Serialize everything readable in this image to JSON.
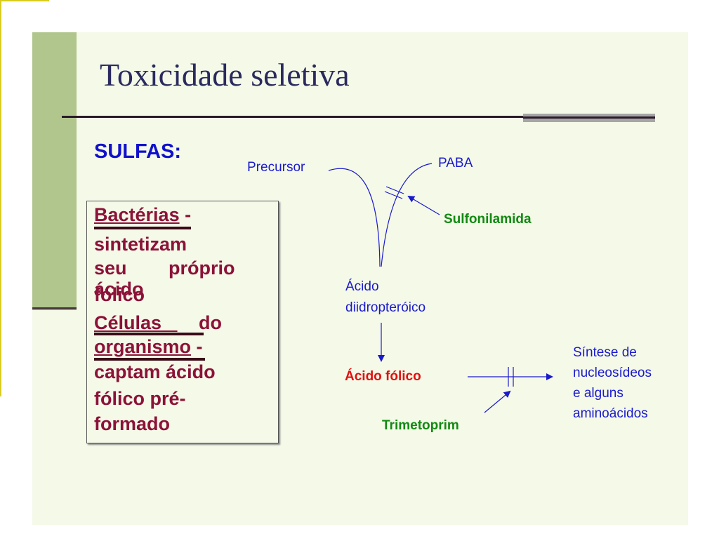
{
  "slide": {
    "title": "Toxicidade seletiva",
    "heading": "SULFAS:"
  },
  "box": {
    "bacterias_label": "Bactérias",
    "bacterias_dash": " -",
    "line2": "sintetizam",
    "line3a": "seu",
    "line3b": "próprio",
    "line4a": "ácido",
    "line4b": "fólico",
    "celulas_label": "Células",
    "celulas_do": "do",
    "organismo_label": "organismo",
    "organismo_dash": " -",
    "line7": "captam ácido",
    "line8": "fólico pré-",
    "line9": "formado"
  },
  "diagram": {
    "precursor": "Precursor",
    "paba": "PABA",
    "sulfonilamida": "Sulfonilamida",
    "acido_diidropteroico_1": "Ácido",
    "acido_diidropteroico_2": "diidropteróico",
    "acido_folico": "Ácido fólico",
    "trimetoprim": "Trimetoprim",
    "sintese_1": "Síntese de",
    "sintese_2": "nucleosídeos",
    "sintese_3": "e alguns",
    "sintese_4": "aminoácidos"
  },
  "colors": {
    "title": "#2b2a5e",
    "heading": "#1111cc",
    "box_text": "#8b1238",
    "inhibitor": "#128a12",
    "folic_acid": "#e01010",
    "diagram_text": "#1a1acc",
    "accent_bar": "#b0c68c",
    "slide_bg": "#f4f9e8"
  }
}
